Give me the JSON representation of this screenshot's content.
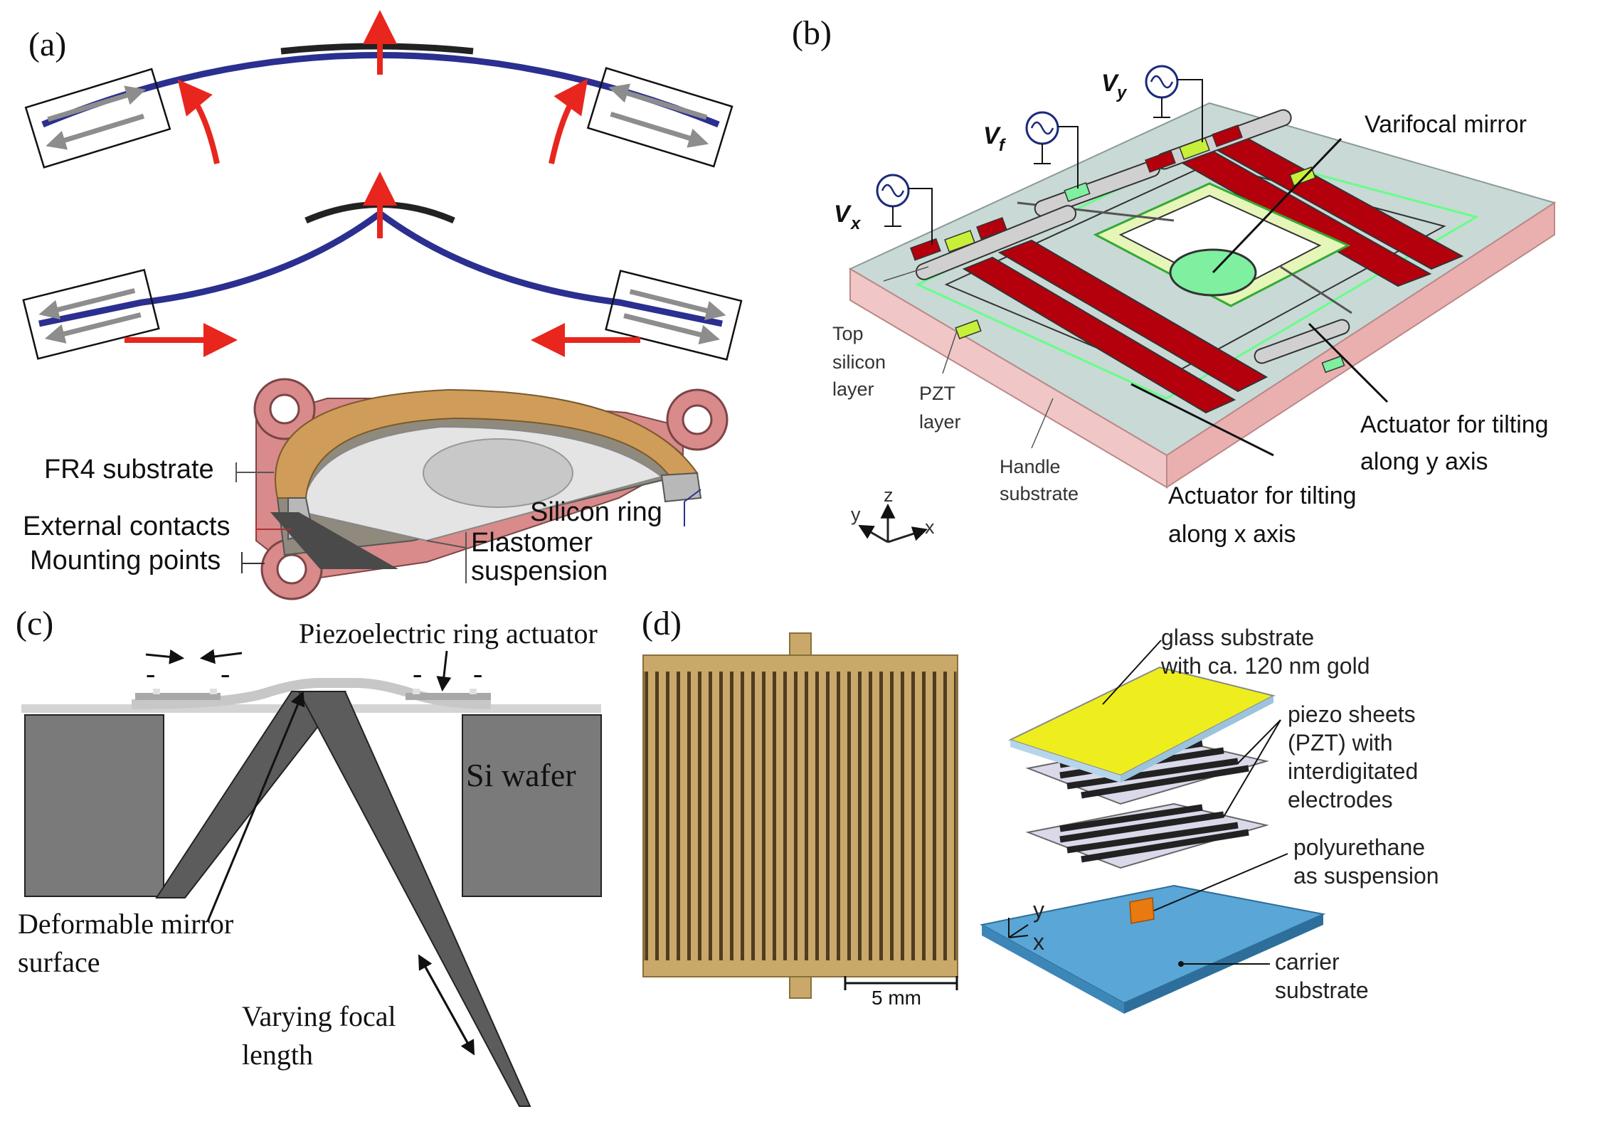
{
  "panels": {
    "a": {
      "letter": "(a)",
      "labels": {
        "fr4": "FR4 substrate",
        "contacts": "External contacts",
        "mounting": "Mounting points",
        "silicon_ring": "Silicon ring",
        "elastomer_1": "Elastomer",
        "elastomer_2": "suspension"
      }
    },
    "b": {
      "letter": "(b)",
      "sources": {
        "vx": "V",
        "vx_sub": "x",
        "vf": "V",
        "vf_sub": "f",
        "vy": "V",
        "vy_sub": "y"
      },
      "labels": {
        "mirror": "Varifocal mirror",
        "top_1": "Top",
        "top_2": "silicon",
        "top_3": "layer",
        "pzt_1": "PZT",
        "pzt_2": "layer",
        "handle_1": "Handle",
        "handle_2": "substrate",
        "act_y_1": "Actuator for tilting",
        "act_y_2": "along y axis",
        "act_x_1": "Actuator for tilting",
        "act_x_2": "along x axis"
      },
      "axes": {
        "x": "x",
        "y": "y",
        "z": "z"
      }
    },
    "c": {
      "letter": "(c)",
      "labels": {
        "actuator": "Piezoelectric ring actuator",
        "wafer": "Si wafer",
        "mirror_1": "Deformable mirror",
        "mirror_2": "surface",
        "focal_1": "Varying focal",
        "focal_2": "length",
        "minus": "-"
      }
    },
    "d": {
      "letter": "(d)",
      "scale_bar": "5 mm",
      "labels": {
        "glass_1": "glass substrate",
        "glass_2": "with ca. 120 nm gold",
        "piezo_1": "piezo sheets",
        "piezo_2": "(PZT) with",
        "piezo_3": "interdigitated",
        "piezo_4": "electrodes",
        "pu_1": "polyurethane",
        "pu_2": "as suspension",
        "carrier_1": "carrier",
        "carrier_2": "substrate"
      },
      "axes": {
        "x": "x",
        "y": "y"
      }
    }
  },
  "colors": {
    "beam": "#2b2f8f",
    "arrow_red": "#e8261d",
    "pzt_red": "#b3000c",
    "electrode_green": "#c8f03a",
    "top_silicon": "#c9d9d6",
    "handle": "#f1c6c6",
    "fr4": "#cf9c5a",
    "copper": "#d98a8a",
    "glass": "#eeee1e",
    "carrier": "#5aa6d6",
    "wafer_gray": "#7a7a7a",
    "gold_dark": "#8b6f3a"
  }
}
